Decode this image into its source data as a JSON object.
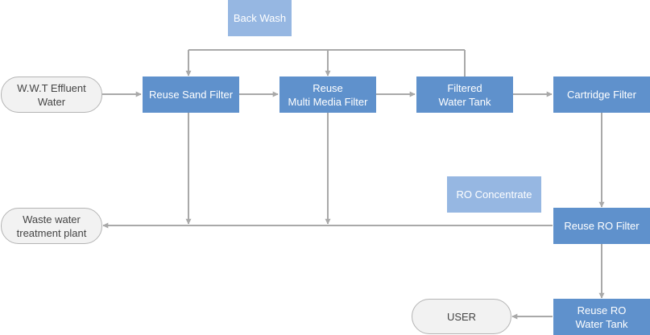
{
  "colors": {
    "process": "#5f91cc",
    "note": "#96b7e2",
    "terminal": "#f2f2f2",
    "connector": "#a9a9a9"
  },
  "nodes": {
    "back_wash": "Back Wash",
    "wwt_effluent": "W.W.T Effluent\nWater",
    "sand_filter": "Reuse Sand Filter",
    "multi_media_filter": "Reuse\nMulti Media Filter",
    "filtered_tank": "Filtered\nWater Tank",
    "cartridge_filter": "Cartridge Filter",
    "ro_concentrate": "RO Concentrate",
    "waste_water": "Waste water\ntreatment plant",
    "ro_filter": "Reuse RO Filter",
    "ro_water_tank": "Reuse RO\nWater Tank",
    "user": "USER"
  }
}
